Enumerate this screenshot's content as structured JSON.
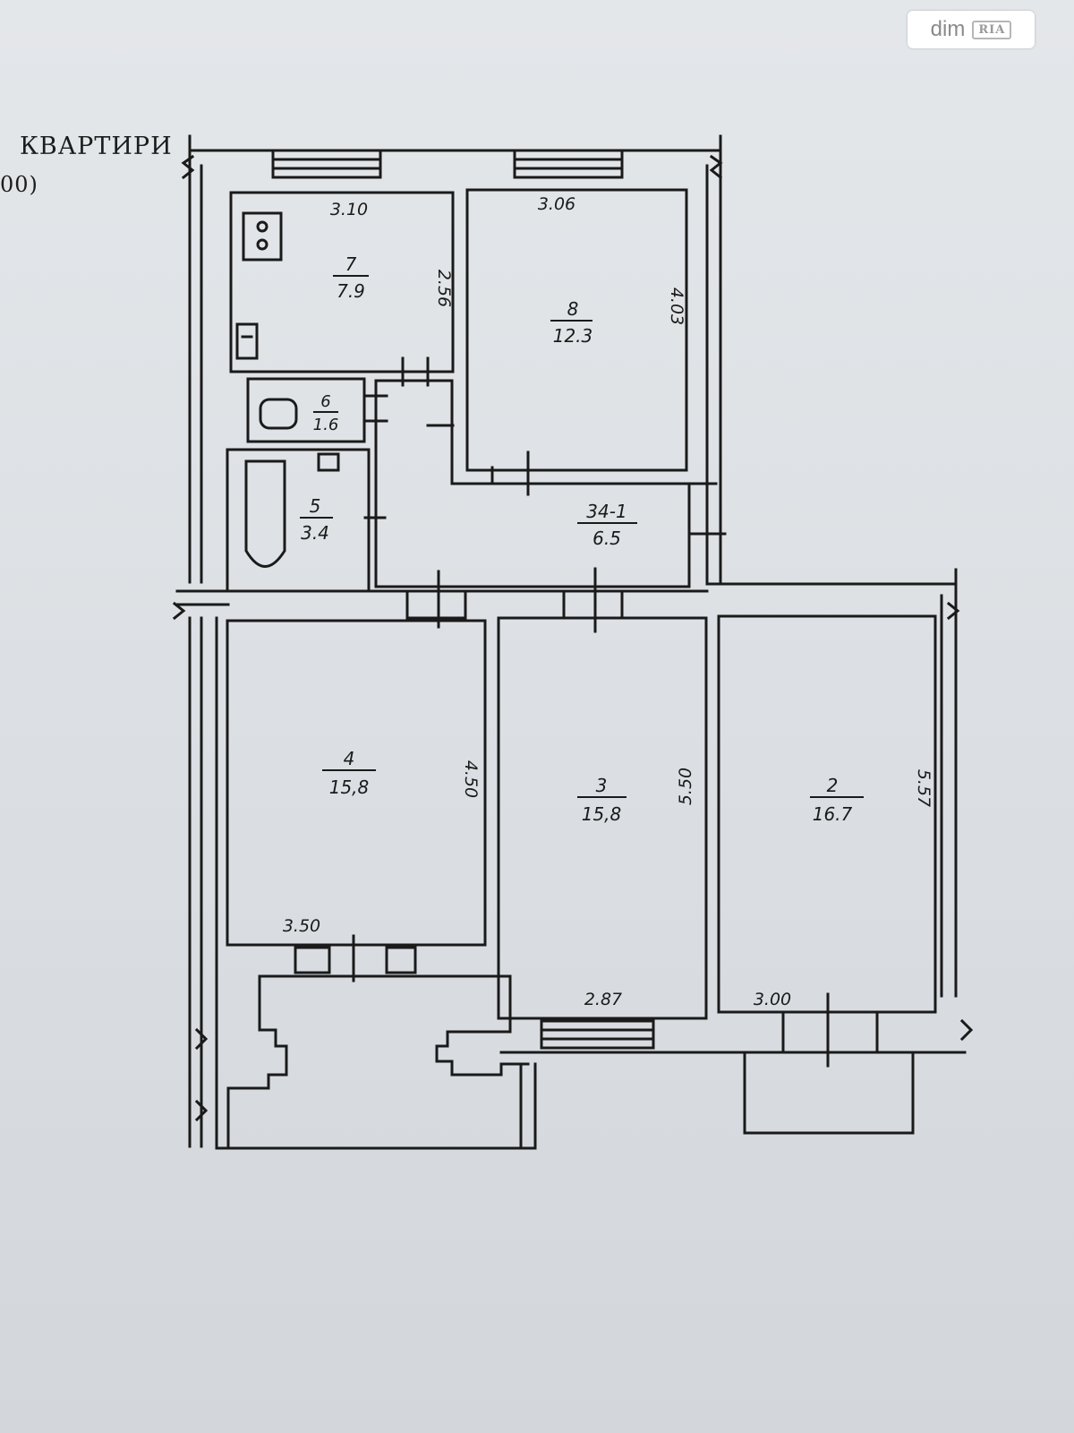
{
  "header": {
    "title_fragment": "КВАРТИРИ",
    "scale_fragment": "00)"
  },
  "watermark": {
    "text": "dim",
    "badge": "RIA"
  },
  "rooms": [
    {
      "id": "7",
      "number": "7",
      "area": "7.9"
    },
    {
      "id": "8",
      "number": "8",
      "area": "12.3"
    },
    {
      "id": "6",
      "number": "6",
      "area": "1.6"
    },
    {
      "id": "5",
      "number": "5",
      "area": "3.4"
    },
    {
      "id": "34-1",
      "number": "34-1",
      "area": "6.5"
    },
    {
      "id": "4",
      "number": "4",
      "area": "15,8"
    },
    {
      "id": "3",
      "number": "3",
      "area": "15,8"
    },
    {
      "id": "2",
      "number": "2",
      "area": "16.7"
    }
  ],
  "dimensions": {
    "room7_width": "3.10",
    "room7_depth": "2.56",
    "room8_width": "3.06",
    "room8_depth": "4.03",
    "room4_width": "3.50",
    "room4_depth": "4.50",
    "room3_width": "2.87",
    "room3_depth": "5.50",
    "room2_width": "3.00",
    "room2_depth": "5.57"
  }
}
